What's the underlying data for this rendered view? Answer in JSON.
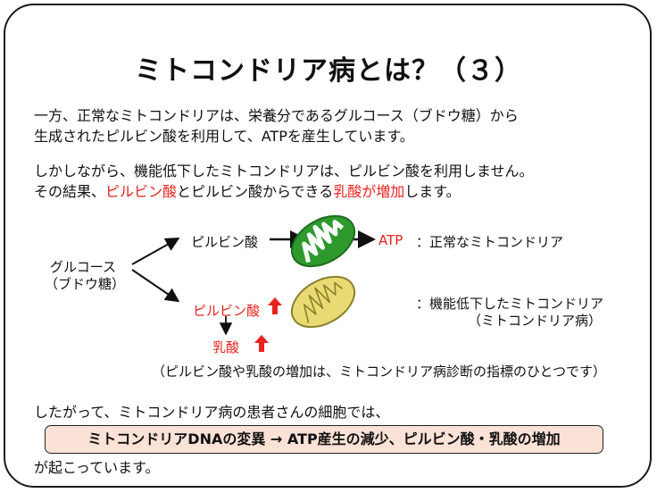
{
  "title": "ミトコンドリア病とは？（３）",
  "para1": {
    "line1": "一方、正常なミトコンドリアは、栄養分であるグルコース（ブドウ糖）から",
    "line2": "生成されたピルビン酸を利用して、ATPを産生しています。"
  },
  "para2": {
    "line1": "しかしながら、機能低下したミトコンドリアは、ピルビン酸を利用しません。",
    "line2_a": "その結果、",
    "line2_b": "ピルビン酸",
    "line2_c": "とピルビン酸からできる",
    "line2_d": "乳酸が増加",
    "line2_e": "します。"
  },
  "diagram": {
    "glucose_line1": "グルコース",
    "glucose_line2": "（ブドウ糖）",
    "pyruvate_top": "ピルビン酸",
    "atp": "ATP",
    "normal_label": "：正常なミトコンドリア",
    "pyruvate_bottom": "ピルビン酸",
    "lactate": "乳酸",
    "impaired_label_line1": "：機能低下したミトコンドリア",
    "impaired_label_line2": "（ミトコンドリア病）",
    "note": "（ピルビン酸や乳酸の増加は、ミトコンドリア病診断の指標のひとつです）"
  },
  "conclusion": {
    "intro": "したがって、ミトコンドリア病の患者さんの細胞では、",
    "box": "ミトコンドリアDNAの変異 → ATP産生の減少、ピルビン酸・乳酸の増加",
    "outro": "が起こっています。"
  },
  "colors": {
    "accent_red": "#e8221d",
    "normal_mito_fill": "#2e9a2e",
    "normal_mito_outline": "#1d6e1d",
    "impaired_mito_fill": "#e9db73",
    "impaired_mito_outline": "#8a7f2d",
    "box_fill": "#fbe2d6"
  }
}
